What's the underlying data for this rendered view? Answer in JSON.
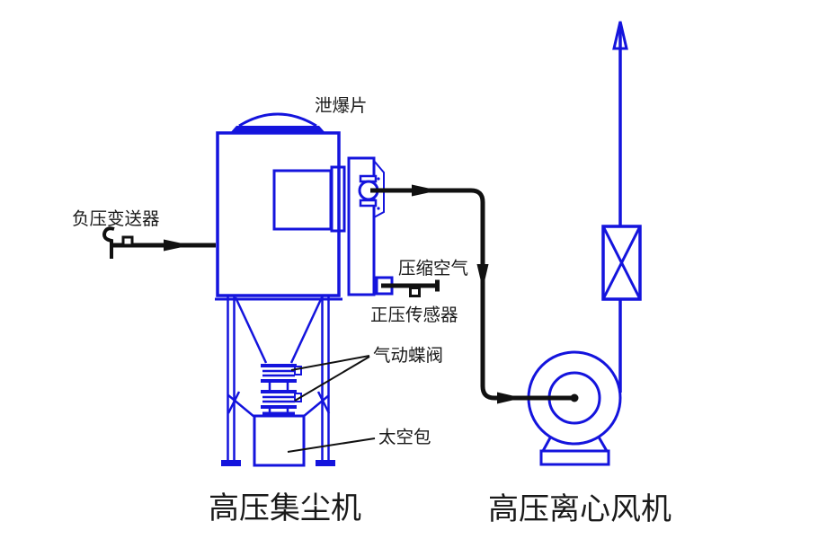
{
  "diagram": {
    "title": "dust-collection-system-diagram",
    "labels": {
      "explosion_vent": "泄爆片",
      "negative_pressure_transmitter": "负压变送器",
      "compressed_air": "压缩空气",
      "positive_pressure_sensor": "正压传感器",
      "pneumatic_butterfly_valve": "气动蝶阀",
      "space_bag": "太空包",
      "dust_collector": "高压集尘机",
      "centrifugal_fan": "高压离心风机"
    },
    "colors": {
      "equipment_outline": "#1414dd",
      "flow_line": "#111111",
      "label_text": "#1a1a1a",
      "background": "#ffffff"
    }
  }
}
